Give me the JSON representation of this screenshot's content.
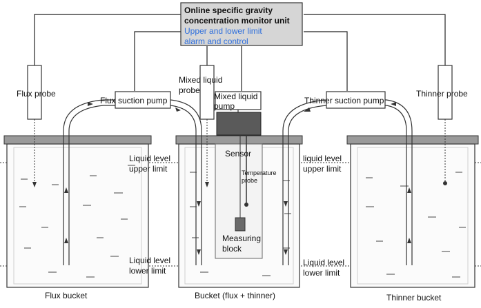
{
  "monitor": {
    "line1": "Online specific gravity",
    "line2": "concentration monitor unit",
    "line3": "Upper and lower limit",
    "line4": "alarm and control"
  },
  "probes": {
    "flux": "Flux probe",
    "mixed_line1": "Mixed liquid",
    "mixed_line2": "probe",
    "thinner": "Thinner probe"
  },
  "pumps": {
    "flux": "Flux suction pump",
    "mixed_line1": "Mixed liquid",
    "mixed_line2": "pump",
    "thinner": "Thinner suction pump"
  },
  "center": {
    "sensor": "Sensor",
    "temp_line1": "Temperature",
    "temp_line2": "probe",
    "measure_line1": "Measuring",
    "measure_line2": "block"
  },
  "levels": {
    "upper_left_line1": "Liquid level",
    "upper_left_line2": "upper limit",
    "upper_right_line1": "liquid level",
    "upper_right_line2": "upper limit",
    "lower_left_line1": "Liquid level",
    "lower_left_line2": "lower limit",
    "lower_right_line1": "Liquid level",
    "lower_right_line2": "lower limit"
  },
  "buckets": {
    "flux": "Flux bucket",
    "mixed": "Bucket (flux + thinner)",
    "thinner": "Thinner bucket"
  },
  "colors": {
    "monitor_fill": "#d6d6d6",
    "accent_blue": "#2f6fdc",
    "sensor_fill": "#5a5a5a"
  }
}
